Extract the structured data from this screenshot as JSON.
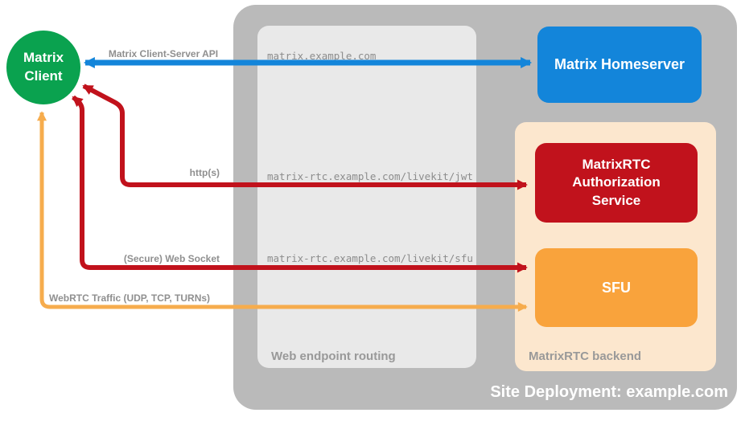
{
  "title": "MatrixRTC site deployment diagram",
  "colors": {
    "client_green": "#0AA24F",
    "homeserver_blue": "#1385DA",
    "auth_red": "#C1121C",
    "sfu_orange": "#F9A33C",
    "backend_peach": "#FCE7CE",
    "site_gray": "#BABABA",
    "routing_gray": "#E9E9E9",
    "label_gray": "#8F8F8F",
    "caption_gray": "#999999",
    "orange_arrow": "#F6AC4D"
  },
  "site": {
    "label": "Site Deployment: example.com"
  },
  "routing": {
    "label": "Web endpoint routing",
    "endpoints": [
      "matrix.example.com",
      "matrix-rtc.example.com/livekit/jwt",
      "matrix-rtc.example.com/livekit/sfu"
    ]
  },
  "backend": {
    "label": "MatrixRTC backend"
  },
  "nodes": {
    "client": {
      "label": "Matrix Client"
    },
    "homeserver": {
      "label": "Matrix Homeserver"
    },
    "auth": {
      "label": "MatrixRTC Authorization Service"
    },
    "sfu": {
      "label": "SFU"
    }
  },
  "connections": [
    {
      "id": "client-server-api",
      "label": "Matrix Client-Server API",
      "color": "#1385DA"
    },
    {
      "id": "https",
      "label": "http(s)",
      "color": "#C1121C"
    },
    {
      "id": "websocket",
      "label": "(Secure) Web Socket",
      "color": "#C1121C"
    },
    {
      "id": "webrtc",
      "label": "WebRTC Traffic (UDP, TCP, TURNs)",
      "color": "#F6AC4D"
    }
  ]
}
